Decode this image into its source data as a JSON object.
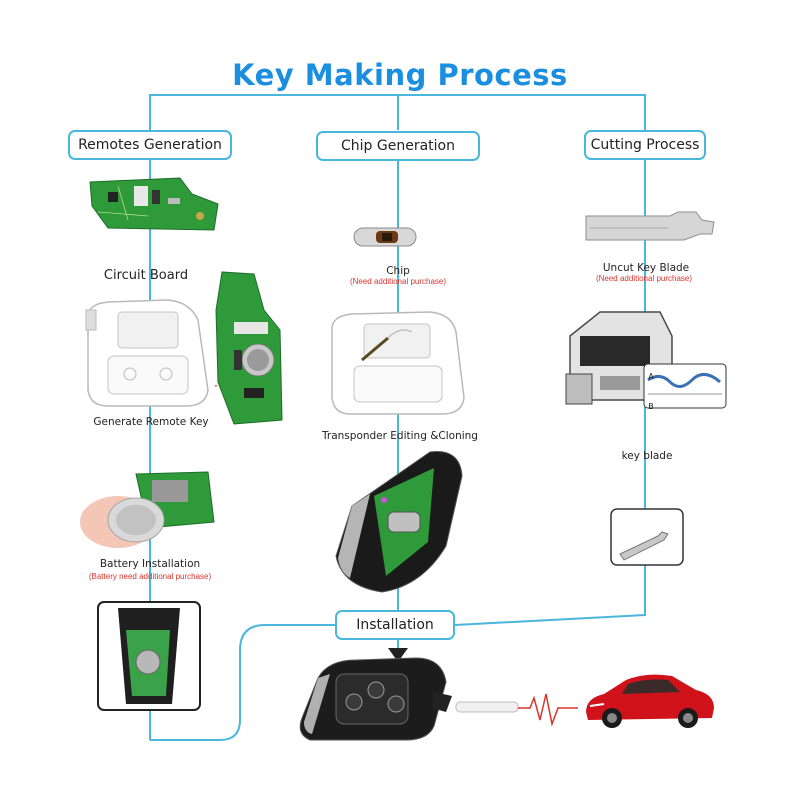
{
  "title": "Key Making Process",
  "columns": {
    "remotes": "Remotes Generation",
    "chip": "Chip Generation",
    "cutting": "Cutting Process"
  },
  "remotes": {
    "circuit_board": "Circuit Board",
    "generate_remote_key": "Generate Remote Key",
    "battery_installation": "Battery Installation",
    "battery_note": "(Battery need additional purchase)"
  },
  "chip": {
    "chip_label": "Chip",
    "chip_note": "(Need additional purchase)",
    "transponder": "Transponder Editing &Cloning"
  },
  "cutting": {
    "uncut_blade": "Uncut Key  Blade",
    "blade_note": "(Need additional purchase)",
    "key_blade": "key blade",
    "chart_a": "A",
    "chart_b": "B"
  },
  "installation": "Installation",
  "colors": {
    "title": "#1a8fe0",
    "wire": "#49b6dc",
    "note": "#d8342c",
    "pcb": "#2e9a3a",
    "car": "#d0121a"
  },
  "icons": [
    "circuit-board-icon",
    "remote-pcb-icon",
    "key-programmer-icon",
    "battery-icon",
    "key-shell-icon",
    "transponder-chip-icon",
    "flip-key-icon",
    "uncut-blade-icon",
    "key-cutting-machine-icon",
    "cut-key-icon",
    "finished-key-icon",
    "car-icon"
  ]
}
